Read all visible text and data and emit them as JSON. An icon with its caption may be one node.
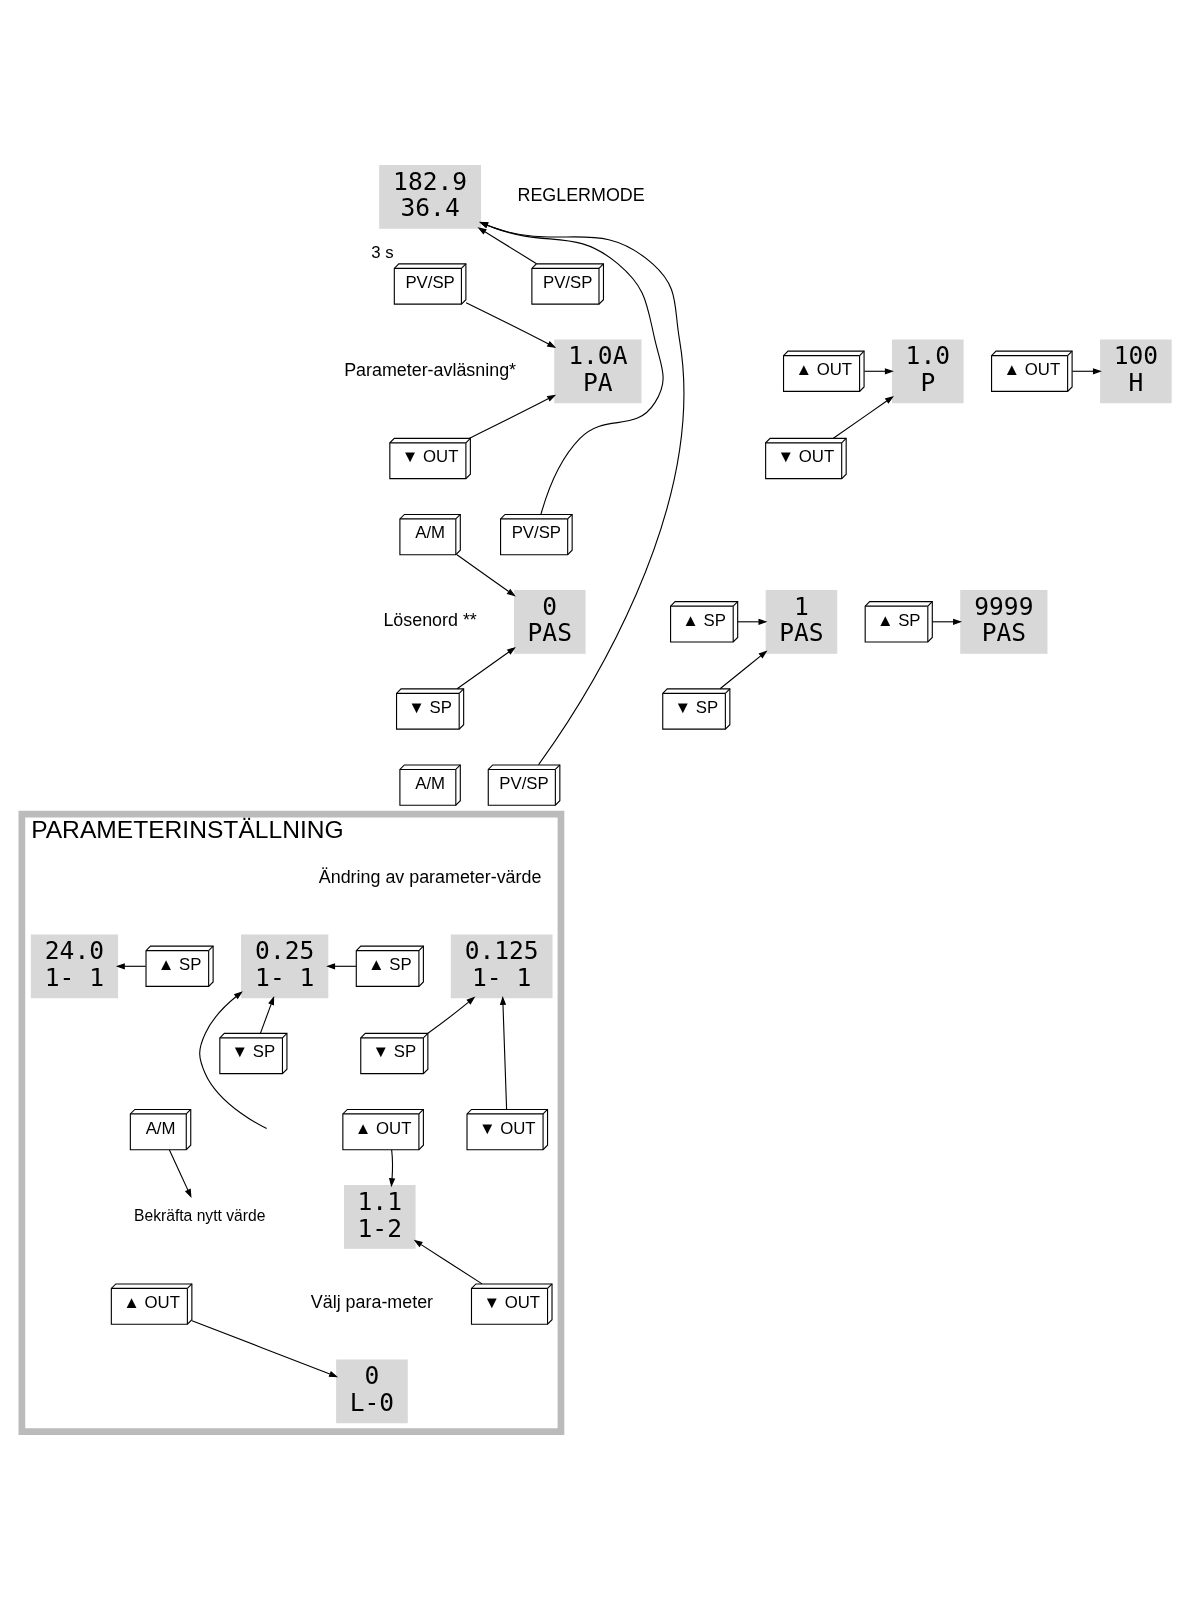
{
  "diagram": {
    "nodes": [
      {
        "text": [
          "182.9",
          "36.4"
        ]
      },
      {
        "text": [
          "PV/SP"
        ],
        "beside": [
          "3 s"
        ]
      },
      {
        "text": [
          "PV/SP"
        ]
      },
      {
        "text": [
          "1.0A",
          "PA"
        ]
      },
      {
        "text": [
          "▲ OUT"
        ]
      },
      {
        "text": [
          "▼ OUT"
        ]
      },
      {
        "text": [
          "1.0",
          "P"
        ]
      },
      {
        "text": [
          "▲ OUT"
        ]
      },
      {
        "text": [
          "▼ OUT"
        ]
      },
      {
        "text": [
          "100",
          "H"
        ]
      },
      {
        "text": [
          "A/M"
        ]
      },
      {
        "text": [
          "PV/SP"
        ]
      },
      {
        "text": [
          "0",
          "PAS"
        ]
      },
      {
        "text": [
          "▲ SP"
        ]
      },
      {
        "text": [
          "▼ SP"
        ]
      },
      {
        "text": [
          "1",
          "PAS"
        ]
      },
      {
        "text": [
          "▲ SP"
        ]
      },
      {
        "text": [
          "▼ SP"
        ]
      },
      {
        "text": [
          "9999",
          "PAS"
        ]
      },
      {
        "text": [
          "A/M"
        ]
      },
      {
        "text": [
          "PV/SP"
        ]
      },
      {
        "text": [
          "PARAMETERINSTÄLLNING"
        ]
      },
      {
        "text": [
          "0.125",
          "1- 1"
        ],
        "in": 21
      },
      {
        "text": [
          "▲ SP"
        ],
        "in": 21
      },
      {
        "text": [
          "▼ SP"
        ],
        "in": 21
      },
      {
        "text": [
          "0.25",
          "1- 1"
        ],
        "in": 21
      },
      {
        "text": [
          "▲ SP"
        ],
        "in": 21
      },
      {
        "text": [
          "▼ SP"
        ],
        "in": 21
      },
      {
        "text": [
          "24.0",
          "1- 1"
        ],
        "in": 21
      },
      {
        "text": [
          "▲ OUT"
        ],
        "in": 21
      },
      {
        "text": [
          "▼ OUT"
        ],
        "in": 21
      },
      {
        "text": [
          "A/M"
        ],
        "in": 21
      },
      {
        "text": [
          "Bekräfta nytt värde"
        ],
        "in": 21
      },
      {
        "text": [
          "1.1",
          "1-2"
        ],
        "in": 21
      },
      {
        "text": [
          "▲ OUT"
        ],
        "in": 21
      },
      {
        "text": [
          "▼ OUT"
        ],
        "in": 21
      },
      {
        "text": [
          "0",
          "L-0"
        ],
        "in": 21
      }
    ],
    "edges": [
      {
        "from": 1,
        "to": 3,
        "arrow": "to"
      },
      {
        "from": 2,
        "to": 0,
        "arrow": "to"
      },
      {
        "from": 4,
        "to": 6,
        "arrow": "to"
      },
      {
        "from": 5,
        "to": 3,
        "arrow": "to"
      },
      {
        "from": 7,
        "to": 9,
        "arrow": "to"
      },
      {
        "from": 8,
        "to": 6,
        "arrow": "to"
      },
      {
        "from": 10,
        "to": 12,
        "arrow": "to"
      },
      {
        "from": 11,
        "to": 0,
        "arrow": "to"
      },
      {
        "from": 13,
        "to": 15,
        "arrow": "to"
      },
      {
        "from": 14,
        "to": 12,
        "arrow": "to"
      },
      {
        "from": 16,
        "to": 18,
        "arrow": "to"
      },
      {
        "from": 17,
        "to": 15,
        "arrow": "to"
      },
      {
        "from": 20,
        "to": 0,
        "arrow": "to"
      },
      {
        "from": 23,
        "to": 25,
        "arrow": "to"
      },
      {
        "from": 24,
        "to": 22,
        "arrow": "to"
      },
      {
        "from": 26,
        "to": 28,
        "arrow": "to"
      },
      {
        "from": 27,
        "to": 25,
        "arrow": "to"
      },
      {
        "from": 29,
        "to": 33,
        "arrow": "to"
      },
      {
        "from": 30,
        "to": 22,
        "arrow": "to"
      },
      {
        "from": 31,
        "to": 32,
        "arrow": "to"
      },
      {
        "from": null,
        "to": 25,
        "arrow": "to"
      },
      {
        "from": 34,
        "to": 36,
        "arrow": "to"
      },
      {
        "from": 35,
        "to": 33,
        "arrow": "to"
      }
    ],
    "labels": [
      "REGLERMODE",
      "Parameter-avläsning*",
      "Lösenord **",
      "Ändring av parameter-värde",
      "Välj para-meter"
    ]
  }
}
